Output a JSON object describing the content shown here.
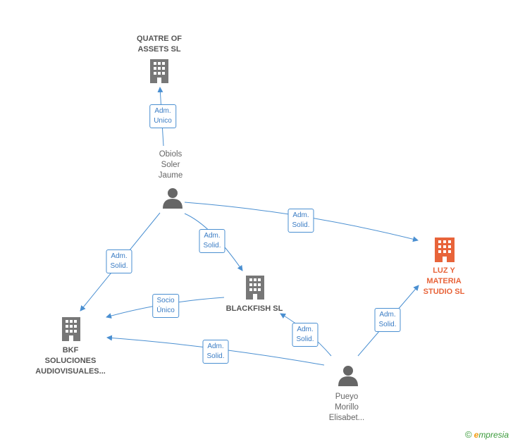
{
  "nodes": {
    "quatre": {
      "label": "QUATRE OF\nASSETS  SL"
    },
    "obiols": {
      "label": "Obiols\nSoler\nJaume"
    },
    "luz": {
      "label": "LUZ Y\nMATERIA\nSTUDIO  SL"
    },
    "blackfish": {
      "label": "BLACKFISH  SL"
    },
    "bkf": {
      "label": "BKF\nSOLUCIONES\nAUDIOVISUALES..."
    },
    "pueyo": {
      "label": "Pueyo\nMorillo\nElisabet..."
    }
  },
  "edges": {
    "obiols_quatre": "Adm.\nUnico",
    "obiols_luz": "Adm.\nSolid.",
    "obiols_blackfish": "Adm.\nSolid.",
    "obiols_bkf": "Adm.\nSolid.",
    "blackfish_bkf": "Socio\nÚnico",
    "pueyo_blackfish": "Adm.\nSolid.",
    "pueyo_bkf": "Adm.\nSolid.",
    "pueyo_luz": "Adm.\nSolid."
  },
  "watermark": {
    "copyright": "©",
    "brand_e": "e",
    "brand_rest": "mpresia"
  },
  "colors": {
    "edge": "#4a8fd1",
    "building": "#777777",
    "highlight": "#e8643a",
    "person": "#666666"
  }
}
